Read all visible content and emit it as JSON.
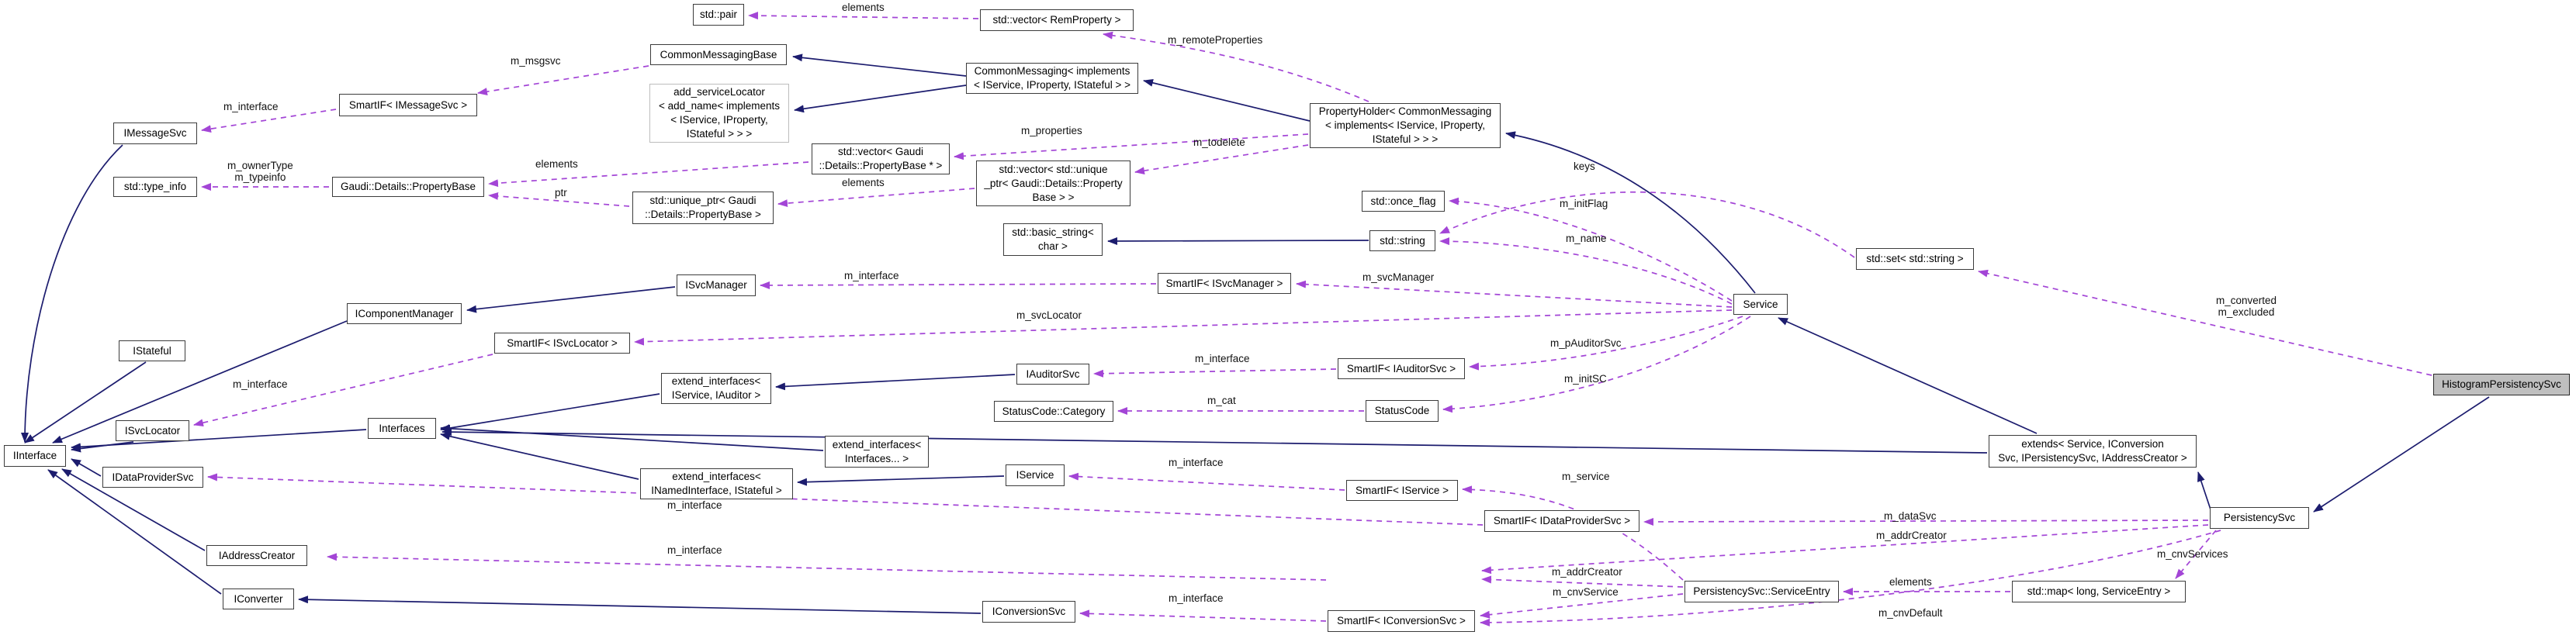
{
  "diagram": {
    "kind": "collaboration-graph",
    "focus": "HistogramPersistencySvc",
    "colors": {
      "inheritance_edge": "#1c1c6e",
      "usage_edge": "#a345d6",
      "node_border": "#3c3c3c",
      "node_background": "#ffffff",
      "focus_node_background": "#bfbfbf",
      "label_text": "#111111"
    }
  },
  "nodes": {
    "std_pair": {
      "label": "std::pair"
    },
    "std_vector_remproperty": {
      "label": "std::vector< RemProperty >"
    },
    "common_messaging_base": {
      "label": "CommonMessagingBase"
    },
    "smartif_imessagesvc": {
      "label": "SmartIF< IMessageSvc >"
    },
    "add_name_implements": {
      "label": "add_serviceLocator\n< add_name< implements\n< IService, IProperty,\nIStateful > > >"
    },
    "common_messaging_implements": {
      "label": "CommonMessaging< implements\n< IService, IProperty, IStateful > >"
    },
    "property_holder": {
      "label": "PropertyHolder< CommonMessaging\n< implements< IService, IProperty,\nIStateful > > >"
    },
    "imessagesvc": {
      "label": "IMessageSvc"
    },
    "std_type_info": {
      "label": "std::type_info"
    },
    "gaudi_details_propertybase": {
      "label": "Gaudi::Details::PropertyBase"
    },
    "std_unique_ptr": {
      "label": "std::unique_ptr< Gaudi\n::Details::PropertyBase >"
    },
    "std_vector_gaudi": {
      "label": "std::vector< Gaudi\n::Details::PropertyBase * >"
    },
    "std_vector_unique_ptr": {
      "label": "std::vector< std::unique\n_ptr< Gaudi::Details::Property\nBase > >"
    },
    "std_basic_string": {
      "label": "std::basic_string<\nchar >"
    },
    "std_once_flag": {
      "label": "std::once_flag"
    },
    "std_string": {
      "label": "std::string"
    },
    "service": {
      "label": "Service"
    },
    "std_set_string": {
      "label": "std::set< std::string >"
    },
    "isvcmanager": {
      "label": "ISvcManager"
    },
    "smartif_isvcmanager": {
      "label": "SmartIF< ISvcManager >"
    },
    "icomponentmanager": {
      "label": "IComponentManager"
    },
    "smartif_isvclocator": {
      "label": "SmartIF< ISvcLocator >"
    },
    "istateful": {
      "label": "IStateful"
    },
    "extend_interfaces_iservice_iauditor": {
      "label": "extend_interfaces<\nIService, IAuditor >"
    },
    "iauditorsvc": {
      "label": "IAuditorSvc"
    },
    "smartif_iauditorsvc": {
      "label": "SmartIF< IAuditorSvc >"
    },
    "statuscode_category": {
      "label": "StatusCode::Category"
    },
    "statuscode": {
      "label": "StatusCode"
    },
    "interfaces": {
      "label": "Interfaces"
    },
    "extend_interfaces_variadic": {
      "label": "extend_interfaces<\nInterfaces... >"
    },
    "extends_service": {
      "label": "extends< Service, IConversion\nSvc, IPersistencySvc, IAddressCreator >"
    },
    "iinterface": {
      "label": "IInterface"
    },
    "isvclocator": {
      "label": "ISvcLocator"
    },
    "idataprovidersvc": {
      "label": "IDataProviderSvc"
    },
    "extend_interfaces_inamed": {
      "label": "extend_interfaces<\nINamedInterface, IStateful >"
    },
    "iservice": {
      "label": "IService"
    },
    "smartif_iservice": {
      "label": "SmartIF< IService >"
    },
    "smartif_idataprovidersvc": {
      "label": "SmartIF< IDataProviderSvc >"
    },
    "persistencysvc_serviceentry": {
      "label": "PersistencySvc::ServiceEntry"
    },
    "std_map_long_serviceentry": {
      "label": "std::map< long, ServiceEntry >"
    },
    "persistencysvc": {
      "label": "PersistencySvc"
    },
    "histogrampersistencysvc": {
      "label": "HistogramPersistencySvc"
    },
    "iaddresscreator": {
      "label": "IAddressCreator"
    },
    "iconverter": {
      "label": "IConverter"
    },
    "iconversionsvc": {
      "label": "IConversionSvc"
    },
    "smartif_iconversionsvc": {
      "label": "SmartIF< IConversionSvc >"
    }
  },
  "edge_labels": {
    "elements_pair": {
      "label": "elements"
    },
    "remoteproperties": {
      "label": "m_remoteProperties"
    },
    "msgsvc": {
      "label": "m_msgsvc"
    },
    "interface_msg": {
      "label": "m_interface"
    },
    "ownertype": {
      "label": "m_ownerType\nm_typeinfo"
    },
    "elements_pb": {
      "label": "elements"
    },
    "ptr": {
      "label": "ptr"
    },
    "properties": {
      "label": "m_properties"
    },
    "todelete": {
      "label": "m_todelete"
    },
    "elements_vec": {
      "label": "elements"
    },
    "keys": {
      "label": "keys"
    },
    "initflag": {
      "label": "m_initFlag"
    },
    "name": {
      "label": "m_name"
    },
    "svcmanager": {
      "label": "m_svcManager"
    },
    "interface_svcmgr": {
      "label": "m_interface"
    },
    "svclocator": {
      "label": "m_svcLocator"
    },
    "interface_svcloc": {
      "label": "m_interface"
    },
    "pauditorsvc": {
      "label": "m_pAuditorSvc"
    },
    "initsc": {
      "label": "m_initSC"
    },
    "interface_auditor": {
      "label": "m_interface"
    },
    "cat": {
      "label": "m_cat"
    },
    "converted": {
      "label": "m_converted\nm_excluded"
    },
    "service_member": {
      "label": "m_service"
    },
    "interface_iservice": {
      "label": "m_interface"
    },
    "datasvc": {
      "label": "m_dataSvc"
    },
    "addrcreator_p": {
      "label": "m_addrCreator"
    },
    "interface_dps": {
      "label": "m_interface"
    },
    "addrcreator_se": {
      "label": "m_addrCreator"
    },
    "cnvservice": {
      "label": "m_cnvService"
    },
    "interface_addr": {
      "label": "m_interface"
    },
    "elements_map": {
      "label": "elements"
    },
    "cnvservices": {
      "label": "m_cnvServices"
    },
    "cnvdefault": {
      "label": "m_cnvDefault"
    },
    "interface_conv": {
      "label": "m_interface"
    }
  }
}
